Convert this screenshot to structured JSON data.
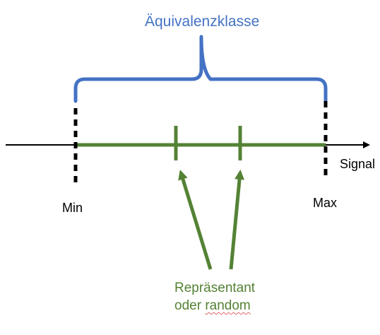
{
  "diagram": {
    "title": "Äquivalenzklasse",
    "axis_label": "Signal",
    "min_label": "Min",
    "max_label": "Max",
    "representative_line1": "Repräsentant",
    "representative_line2_prefix": "oder ",
    "representative_line2_word": "random",
    "colors": {
      "brace": "#4472C4",
      "range": "#548235",
      "axis": "#000000",
      "spellcheck": "#E06666"
    }
  }
}
